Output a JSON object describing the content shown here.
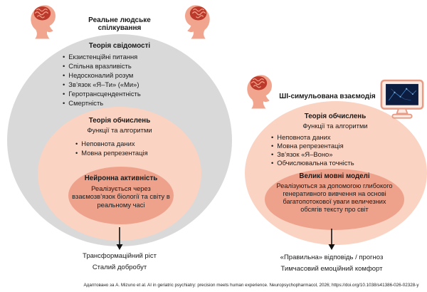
{
  "left": {
    "title": "Реальне людське спілкування",
    "outer": {
      "title": "Теорія свідомості",
      "bullets": [
        "Екзистенційні питання",
        "Спільна вразливість",
        "Недосконалий розум",
        "Зв’язок «Я–Ти» («Ми»)",
        "Геротрансцендентність",
        "Смертність"
      ]
    },
    "middle": {
      "title": "Теорія обчислень",
      "subtitle": "Функції та алгоритми",
      "bullets": [
        "Неповнота даних",
        "Мовна репрезентація"
      ]
    },
    "inner": {
      "title": "Нейронна активність",
      "text": "Реалізується через взаємозв’язок біології та світу в реальному часі"
    },
    "outcomes": [
      "Трансформаційний ріст",
      "Сталий добробут"
    ]
  },
  "right": {
    "title": "ШІ-симульована взаємодія",
    "outer": {
      "title": "Теорія обчислень",
      "subtitle": "Функції та алгоритми",
      "bullets": [
        "Неповнота даних",
        "Мовна репрезентація",
        "Зв’язок «Я–Воно»",
        "Обчислювальна точність"
      ]
    },
    "inner": {
      "title": "Великі мовні моделі",
      "text": "Реалізуються за допомогою глибокого генеративного вивчення на основі багатопотокової уваги величезних обсягів тексту про світ"
    },
    "outcomes": [
      "«Правильна» відповідь / прогноз",
      "Тимчасовий емоційний комфорт"
    ]
  },
  "footer": {
    "citation": "Адаптовано за A. Mizuno et al. AI in geriatric psychiatry: precision meets human experience. Neuropsychopharmacol, 2026; https://doi.org/10.1038/s41386-026-02328-y"
  },
  "icons": {
    "left_head": "human-head-profile",
    "right_head": "human-head-profile-mirrored",
    "ai_head": "human-head-profile",
    "monitor": "computer-monitor-neural-network",
    "arrow": "down-arrow"
  },
  "colors": {
    "gray": "#d9d9d9",
    "peach": "#fad3c2",
    "salmon": "#efa28b",
    "skin": "#f2a58e",
    "brain": "#bc3a2c",
    "monitor-body": "#fdebe3",
    "monitor-line": "#e79b84",
    "screen": "#0d1d3f",
    "net": "#3f7fc0",
    "ink": "#1a1a1a"
  }
}
